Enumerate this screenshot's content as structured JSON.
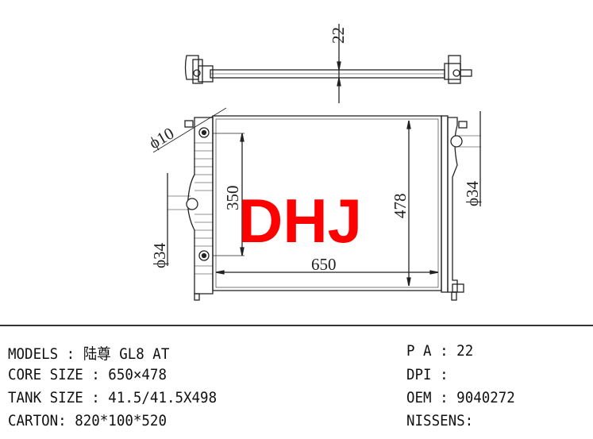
{
  "drawing": {
    "logo": "DHJ",
    "dimensions": {
      "thickness": "22",
      "core_width": "650",
      "core_height": "478",
      "mount_spacing": "350",
      "inlet_diameter": "ϕ34",
      "outlet_diameter": "ϕ34",
      "drain_diameter": "ϕ10"
    }
  },
  "specs": {
    "left": [
      {
        "label": "MODELS",
        "sep": " : ",
        "value": "陆尊 GL8 AT"
      },
      {
        "label": "CORE SIZE",
        "sep": " : ",
        "value": "650×478"
      },
      {
        "label": "TANK SIZE",
        "sep": " : ",
        "value": "41.5/41.5X498"
      },
      {
        "label": "CARTON",
        "sep": ": ",
        "value": "820*100*520"
      }
    ],
    "right": [
      {
        "label": "P A",
        "sep": " : ",
        "value": "22"
      },
      {
        "label": "DPI",
        "sep": " : ",
        "value": ""
      },
      {
        "label": "OEM",
        "sep": " : ",
        "value": "9040272"
      },
      {
        "label": "NISSENS",
        "sep": ":",
        "value": ""
      }
    ]
  }
}
